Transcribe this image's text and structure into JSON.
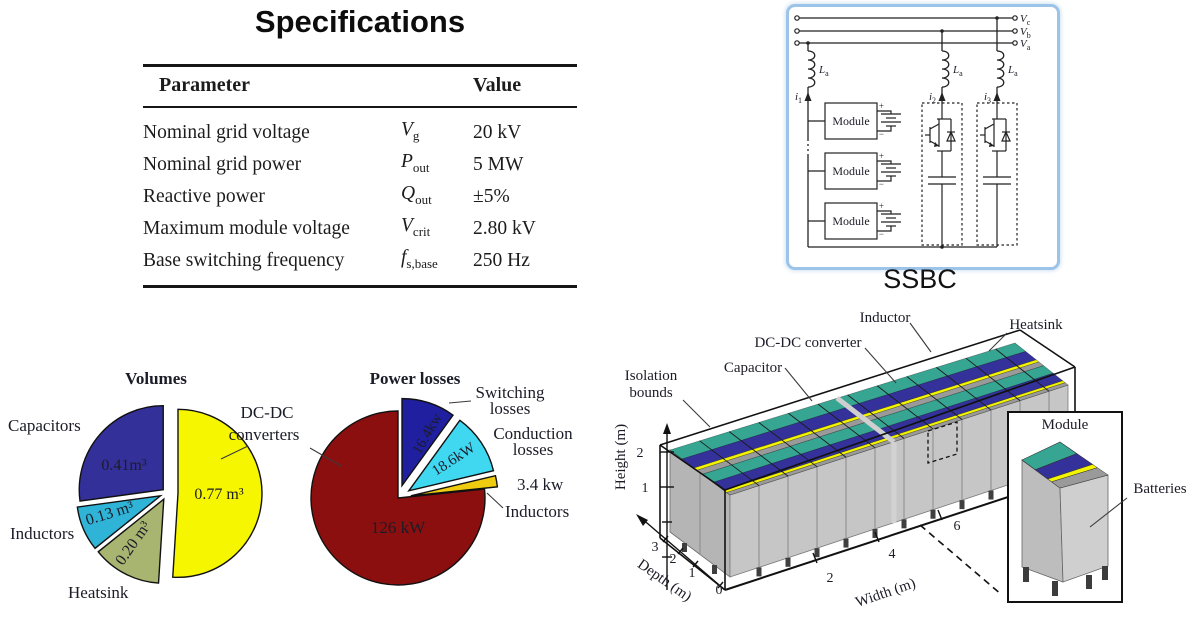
{
  "specs": {
    "title": "Specifications",
    "table": {
      "param_header": "Parameter",
      "value_header": "Value",
      "rows": [
        {
          "name": "Nominal grid voltage",
          "symbol": "V",
          "sub": "g",
          "value": "20 kV"
        },
        {
          "name": "Nominal grid power",
          "symbol": "P",
          "sub": "out",
          "value": "5 MW"
        },
        {
          "name": "Reactive power",
          "symbol": "Q",
          "sub": "out",
          "value": "±5%"
        },
        {
          "name": "Maximum module voltage",
          "symbol": "V",
          "sub": "crit",
          "value": "2.80 kV"
        },
        {
          "name": "Base switching frequency",
          "symbol": "f",
          "sub": "s,base",
          "value": "250 Hz"
        }
      ]
    }
  },
  "circuit": {
    "caption": "SSBC",
    "phases": [
      {
        "base": "V",
        "sub": "c"
      },
      {
        "base": "V",
        "sub": "b"
      },
      {
        "base": "V",
        "sub": "a"
      }
    ],
    "inductor": {
      "base": "L",
      "sub": "a"
    },
    "currents": [
      {
        "base": "i",
        "sub": "1"
      },
      {
        "base": "i",
        "sub": "2"
      },
      {
        "base": "i",
        "sub": "3"
      }
    ],
    "module_label": "Module",
    "plus": "+",
    "minus": "−"
  },
  "chart_data": [
    {
      "type": "pie",
      "title": "Volumes",
      "unit": "m³",
      "legend_position": "outside-callouts",
      "slices": [
        {
          "label": "DC-DC converters",
          "value": 0.77,
          "display": "0.77 m³",
          "color": "#f6f600"
        },
        {
          "label": "Heatsink",
          "value": 0.2,
          "display": "0.20 m³",
          "color": "#a7b571"
        },
        {
          "label": "Inductors",
          "value": 0.13,
          "display": "0.13 m³",
          "color": "#2fb4d8"
        },
        {
          "label": "Capacitors",
          "value": 0.41,
          "display": "0.41m³",
          "color": "#34309a"
        }
      ]
    },
    {
      "type": "pie",
      "title": "Power losses",
      "unit": "kW",
      "legend_position": "outside-callouts",
      "slices": [
        {
          "label": "Switching losses",
          "value": 16.4,
          "display": "16.4kw",
          "color": "#1f1fa0"
        },
        {
          "label": "Conduction losses",
          "value": 18.6,
          "display": "18.6kW",
          "color": "#40d8f0"
        },
        {
          "label": "Inductors",
          "value": 3.4,
          "display": "3.4 kw",
          "color": "#f0cc10"
        },
        {
          "label": "DC-DC converters",
          "value": 126,
          "display": "126 kW",
          "color": "#8c0f0f"
        }
      ]
    }
  ],
  "pie_annotations": {
    "dcdc_line1": "DC-DC",
    "dcdc_line2": "converters",
    "switching_line1": "Switching",
    "switching_line2": "losses",
    "conduction_line1": "Conduction",
    "conduction_line2": "losses"
  },
  "figure3d": {
    "labels": {
      "inductor": "Inductor",
      "heatsink": "Heatsink",
      "dcdc": "DC-DC converter",
      "capacitor": "Capacitor",
      "isolation_line1": "Isolation",
      "isolation_line2": "bounds",
      "module": "Module",
      "batteries": "Batteries"
    },
    "axes": {
      "height": {
        "label": "Height (m)",
        "ticks": [
          "2",
          "1"
        ]
      },
      "depth": {
        "label": "Depth (m)",
        "ticks": [
          "3",
          "2",
          "1",
          "0"
        ]
      },
      "width": {
        "label": "Width (m)",
        "ticks": [
          "2",
          "4",
          "6"
        ]
      }
    },
    "colors": {
      "inductor": "#36a693",
      "converter": "#34329a",
      "isolation": "#f4f400",
      "heatsink": "#9a9a9a"
    }
  }
}
